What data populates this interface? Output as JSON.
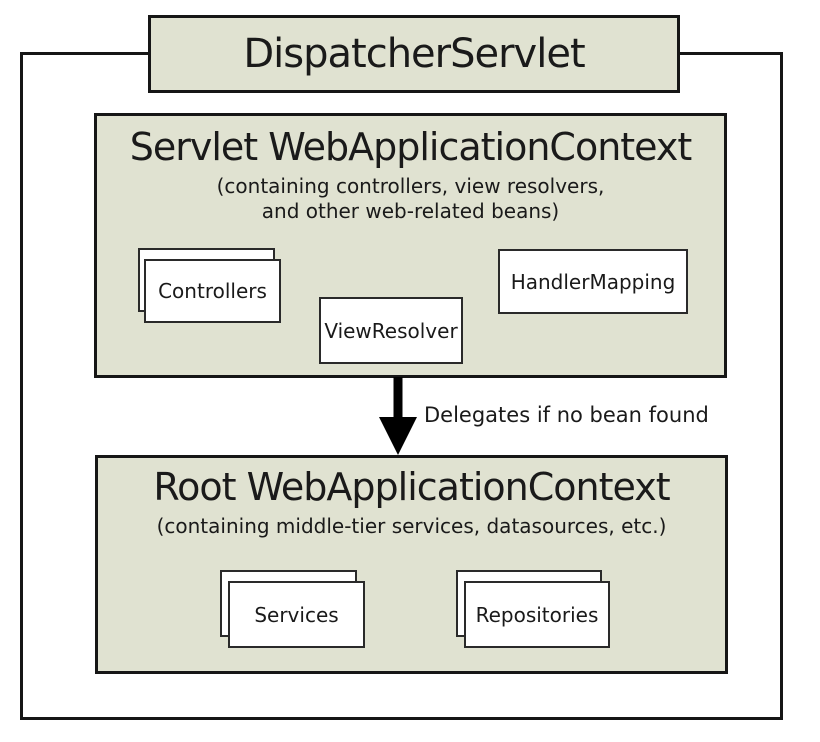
{
  "colors": {
    "context_fill": "#e0e2d1",
    "bean_fill": "#ffffff",
    "border": "#161616",
    "text": "#1a1a1a"
  },
  "dispatcher": {
    "label": "DispatcherServlet"
  },
  "servlet_context": {
    "title": "Servlet WebApplicationContext",
    "subtitle_line1": "(containing controllers, view resolvers,",
    "subtitle_line2": "and other web-related beans)",
    "beans": {
      "controllers": "Controllers",
      "view_resolver": "ViewResolver",
      "handler_mapping": "HandlerMapping"
    }
  },
  "arrow": {
    "label": "Delegates if no bean found"
  },
  "root_context": {
    "title": "Root WebApplicationContext",
    "subtitle": "(containing middle-tier services, datasources, etc.)",
    "beans": {
      "services": "Services",
      "repositories": "Repositories"
    }
  }
}
